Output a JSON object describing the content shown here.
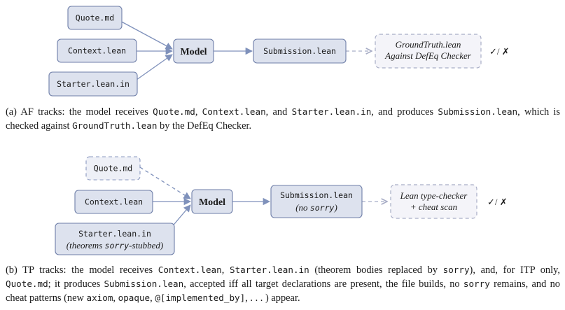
{
  "figure_a": {
    "inputs": [
      "Quote.md",
      "Context.lean",
      "Starter.lean.in"
    ],
    "model": "Model",
    "submission": "Submission.lean",
    "checker_line1": "GroundTruth.lean",
    "checker_line2": "Against DefEq Checker",
    "verdict": "✓/ ✗",
    "caption": {
      "p1": "(a) AF tracks:  the model receives ",
      "c1": "Quote.md",
      "p2": ", ",
      "c2": "Context.lean",
      "p3": ", and ",
      "c3": "Starter.lean.in",
      "p4": ", and produces ",
      "c4": "Submission.lean",
      "p5": ", which is checked against ",
      "c5": "GroundTruth.lean",
      "p6": " by the DefEq Checker."
    }
  },
  "figure_b": {
    "quote": "Quote.md",
    "context": "Context.lean",
    "starter": "Starter.lean.in",
    "starter_note_1": "(theorems ",
    "starter_note_code": "sorry",
    "starter_note_2": "-stubbed)",
    "model": "Model",
    "submission": "Submission.lean",
    "submission_note_1": "(no ",
    "submission_note_code": "sorry",
    "submission_note_2": ")",
    "checker_line1": "Lean type-checker",
    "checker_line2": "+ cheat scan",
    "verdict": "✓/ ✗",
    "caption": {
      "p1": "(b) TP tracks: the model receives ",
      "c1": "Context.lean",
      "p2": ", ",
      "c2": "Starter.lean.in",
      "p3": " (theorem bodies replaced by ",
      "c3": "sorry",
      "p4": "), and, for ITP only, ",
      "c4": "Quote.md",
      "p5": "; it produces ",
      "c5": "Submission.lean",
      "p6": ", accepted iff all target declarations are present, the file builds, no ",
      "c6": "sorry",
      "p7": " remains, and no cheat patterns (new ",
      "c7": "axiom",
      "p8": ", ",
      "c8": "opaque",
      "p9": ", ",
      "c9": "@[implemented_by]",
      "p10": ", . . . ) appear."
    }
  },
  "colors": {
    "box_fill": "#dde2ee",
    "box_stroke": "#6e7ea8",
    "arrow": "#7f91bb",
    "dashed_fill": "#f4f4f9",
    "dashed_stroke": "#a8adc6"
  }
}
